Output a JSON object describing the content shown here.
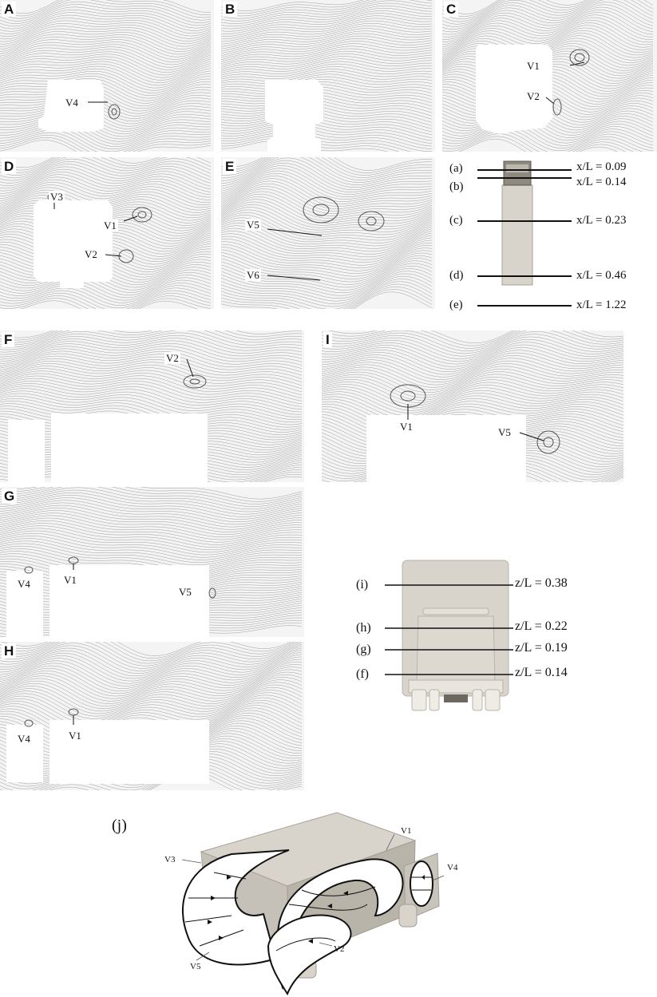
{
  "panels": {
    "A": {
      "label": "A",
      "vortices": [
        "V4"
      ]
    },
    "B": {
      "label": "B",
      "vortices": []
    },
    "C": {
      "label": "C",
      "vortices": [
        "V1",
        "V2"
      ]
    },
    "D": {
      "label": "D",
      "vortices": [
        "V3",
        "V1",
        "V2"
      ]
    },
    "E": {
      "label": "E",
      "vortices": [
        "V5",
        "V6"
      ]
    },
    "F": {
      "label": "F",
      "vortices": [
        "V2"
      ]
    },
    "G": {
      "label": "G",
      "vortices": [
        "V4",
        "V1",
        "V5"
      ]
    },
    "H": {
      "label": "H",
      "vortices": [
        "V4",
        "V1"
      ]
    },
    "I": {
      "label": "I",
      "vortices": [
        "V1",
        "V5"
      ]
    }
  },
  "x_legend": {
    "planes": [
      {
        "tag": "(a)",
        "value": "x/L = 0.09"
      },
      {
        "tag": "(b)",
        "value": "x/L = 0.14"
      },
      {
        "tag": "(c)",
        "value": "x/L = 0.23"
      },
      {
        "tag": "(d)",
        "value": "x/L = 0.46"
      },
      {
        "tag": "(e)",
        "value": "x/L = 1.22"
      }
    ]
  },
  "z_legend": {
    "planes": [
      {
        "tag": "(i)",
        "value": "z/L = 0.38"
      },
      {
        "tag": "(h)",
        "value": "z/L = 0.22"
      },
      {
        "tag": "(g)",
        "value": "z/L = 0.19"
      },
      {
        "tag": "(f)",
        "value": "z/L = 0.14"
      }
    ]
  },
  "schematic": {
    "label": "(j)",
    "vortices": [
      "V1",
      "V3",
      "V4",
      "V5",
      "V2"
    ]
  },
  "colors": {
    "streamline": "#5a5a5a",
    "panel_background": "#f4f4f4",
    "truck_body": "#d8d4cc",
    "truck_shadow": "#b9b4aa"
  }
}
